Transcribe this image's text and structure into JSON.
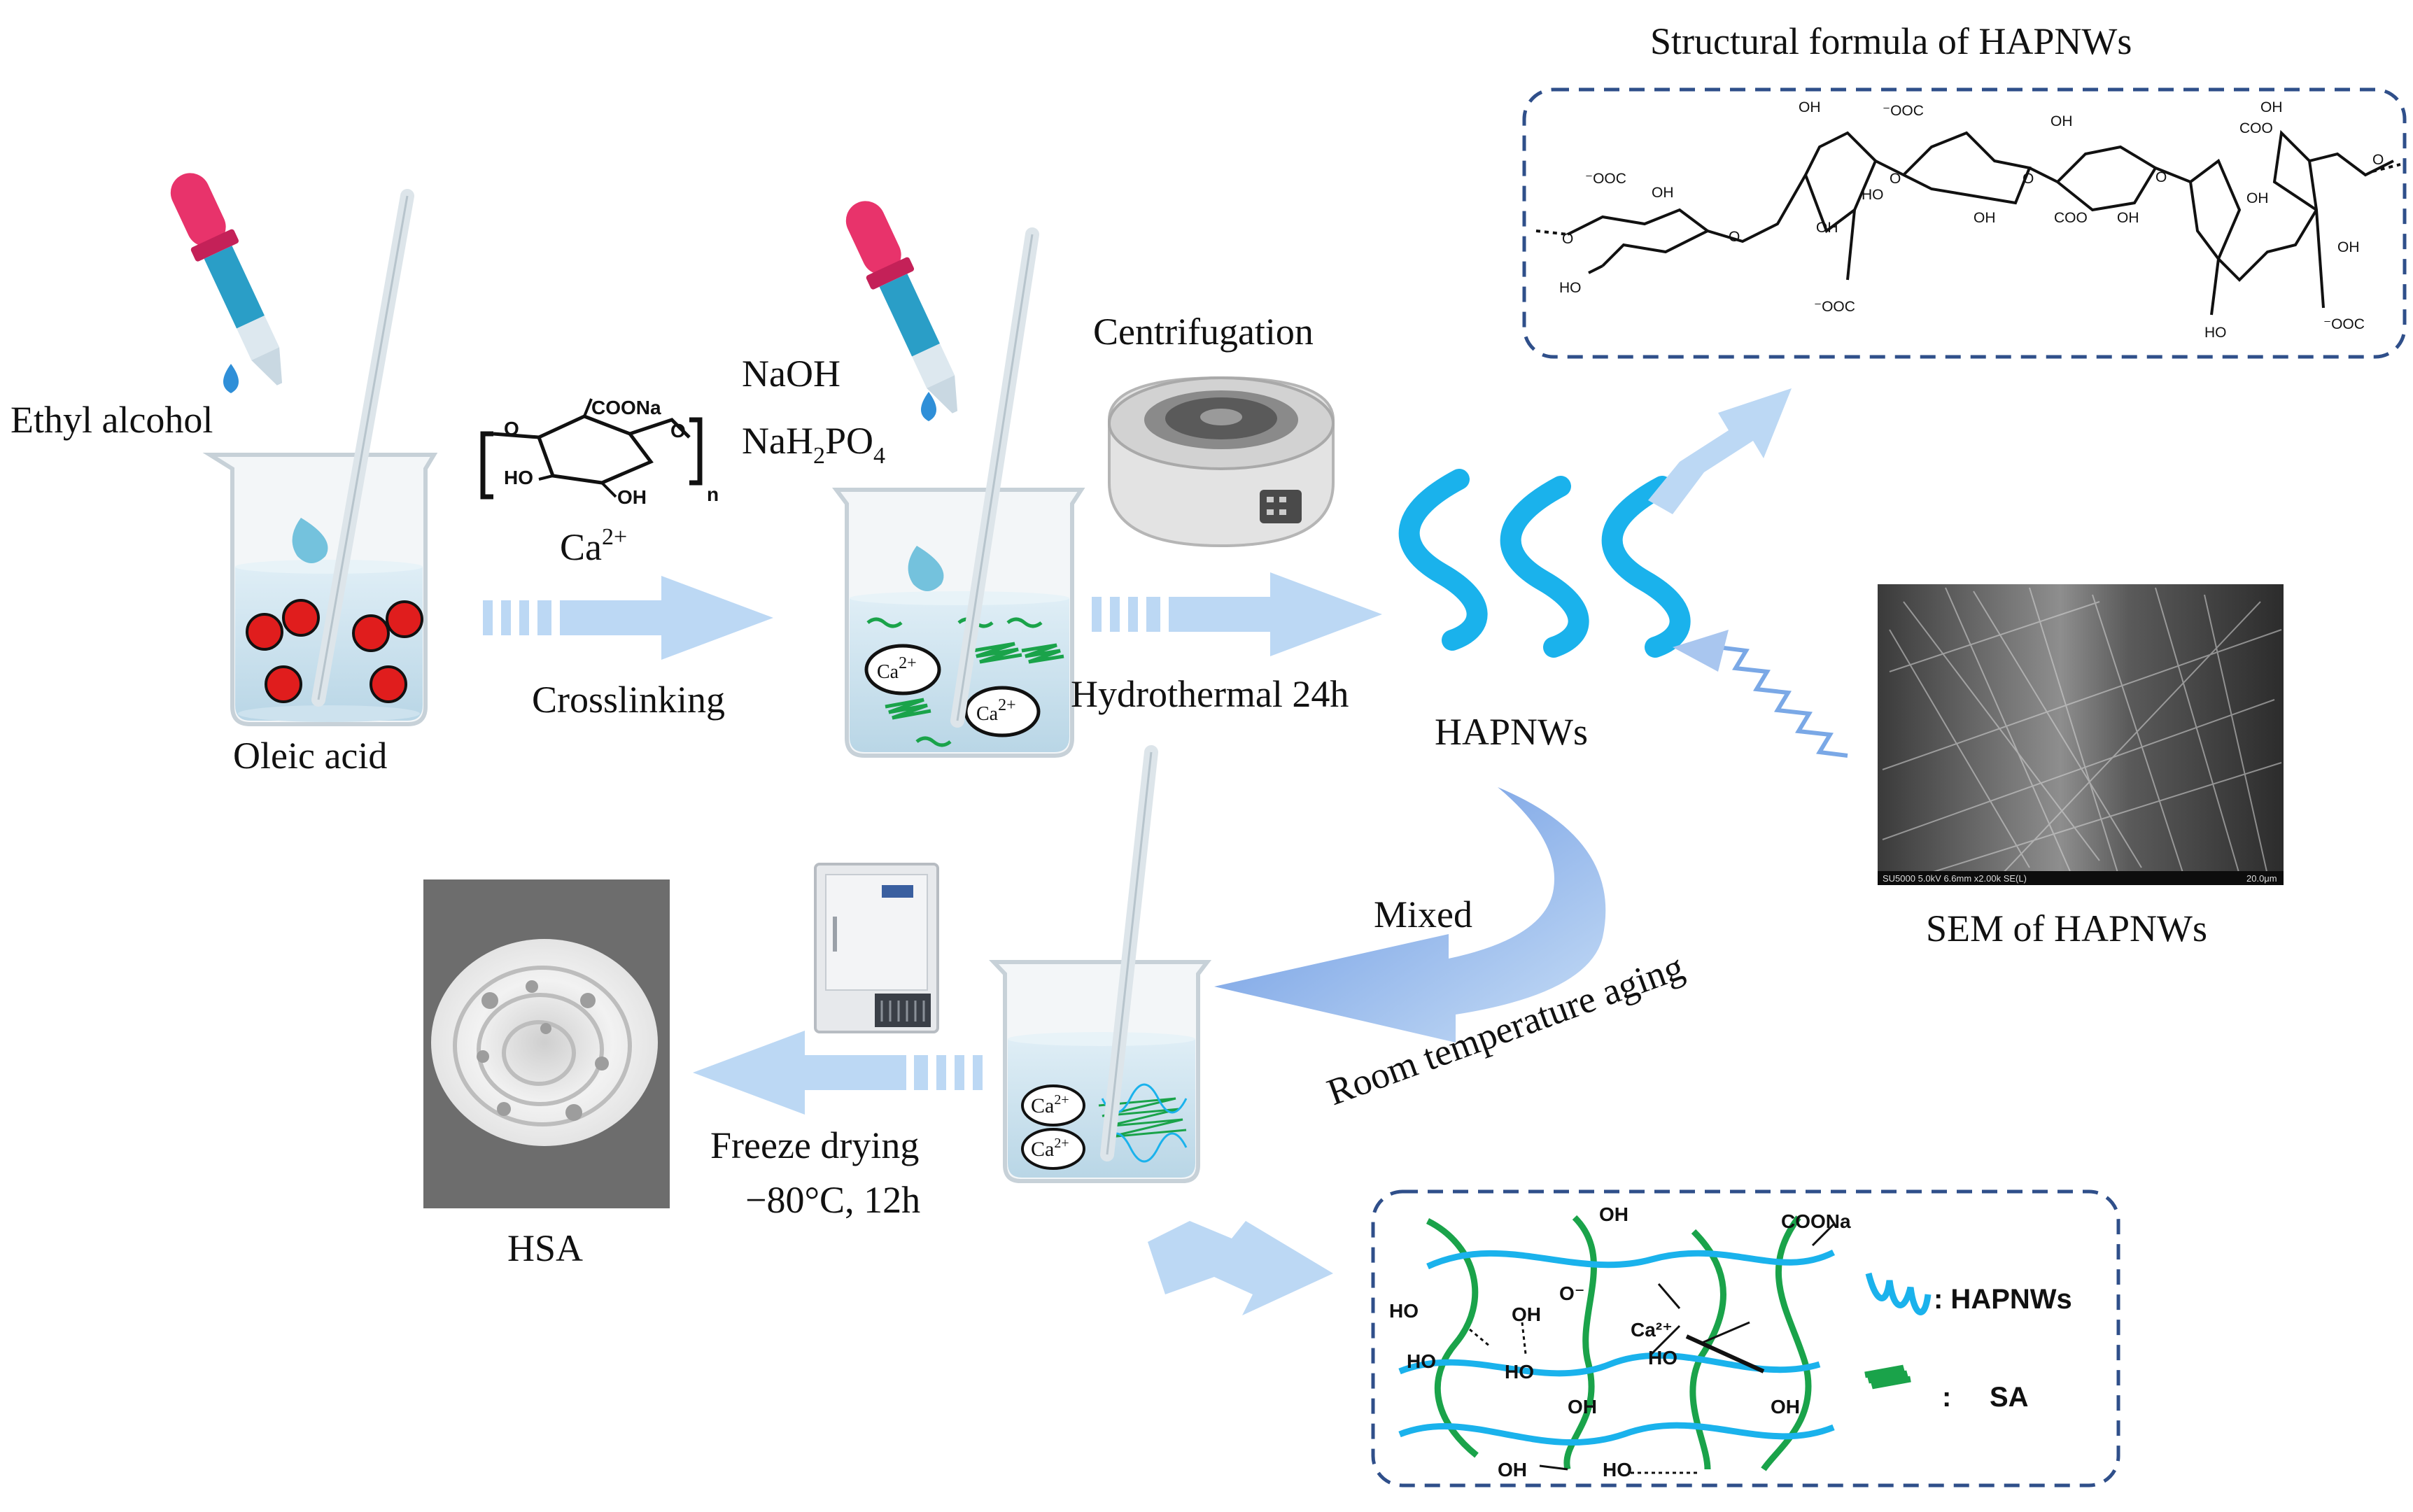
{
  "colors": {
    "background": "#ffffff",
    "arrow_fill": "#bcd8f4",
    "arrow_dark": "#7aa8e6",
    "hap_blue": "#1ab2ec",
    "sa_green": "#1aa34a",
    "oleic_red": "#e01d1d",
    "box_border": "#2f4f8a",
    "water": "#cfe3ee",
    "dropper_pink": "#e8336b",
    "dropper_blue": "#2a9ec7",
    "drop": "#2f8fd8"
  },
  "icons": [
    "dropper-icon",
    "beaker-icon",
    "stirring-rod-icon",
    "centrifuge-icon",
    "freezer-icon",
    "hapnw-wave-icon",
    "sa-chain-icon",
    "process-arrow-icon"
  ],
  "labels": {
    "ethyl_alcohol": "Ethyl alcohol",
    "oleic_acid": "Oleic acid",
    "crosslinking": "Crosslinking",
    "ca_ion": "Ca",
    "ca_ion_charge": "2+",
    "naoh": "NaOH",
    "nah2po4_prefix": "NaH",
    "nah2po4_sub1": "2",
    "nah2po4_mid": "PO",
    "nah2po4_sub2": "4",
    "centrifugation": "Centrifugation",
    "hydrothermal": "Hydrothermal 24h",
    "hapnws": "HAPNWs",
    "structural_formula_title": "Structural formula of HAPNWs",
    "sem_title": "SEM of HAPNWs",
    "sem_footer": "SU5000 5.0kV 6.6mm x2.00k SE(L)",
    "sem_scale": "20.0μm",
    "mixed": "Mixed",
    "room_temperature_aging": "Room temperature aging",
    "freeze_drying": "Freeze drying",
    "freeze_conditions": "−80°C, 12h",
    "hsa": "HSA"
  },
  "monomer": {
    "coona": "COONa",
    "ho": "HO",
    "oh": "OH",
    "o": "O",
    "n": "n"
  },
  "structural_groups": {
    "coo": "COO",
    "coo_neg": "⁻OOC",
    "oh": "OH",
    "ho": "HO",
    "o": "O"
  },
  "network": {
    "coona": "COONa",
    "oh": "OH",
    "ho": "HO",
    "o_neg": "O⁻",
    "ca": "Ca²⁺",
    "legend_hapnws": ": HAPNWs",
    "legend_sa_colon": ":",
    "legend_sa": "SA"
  }
}
